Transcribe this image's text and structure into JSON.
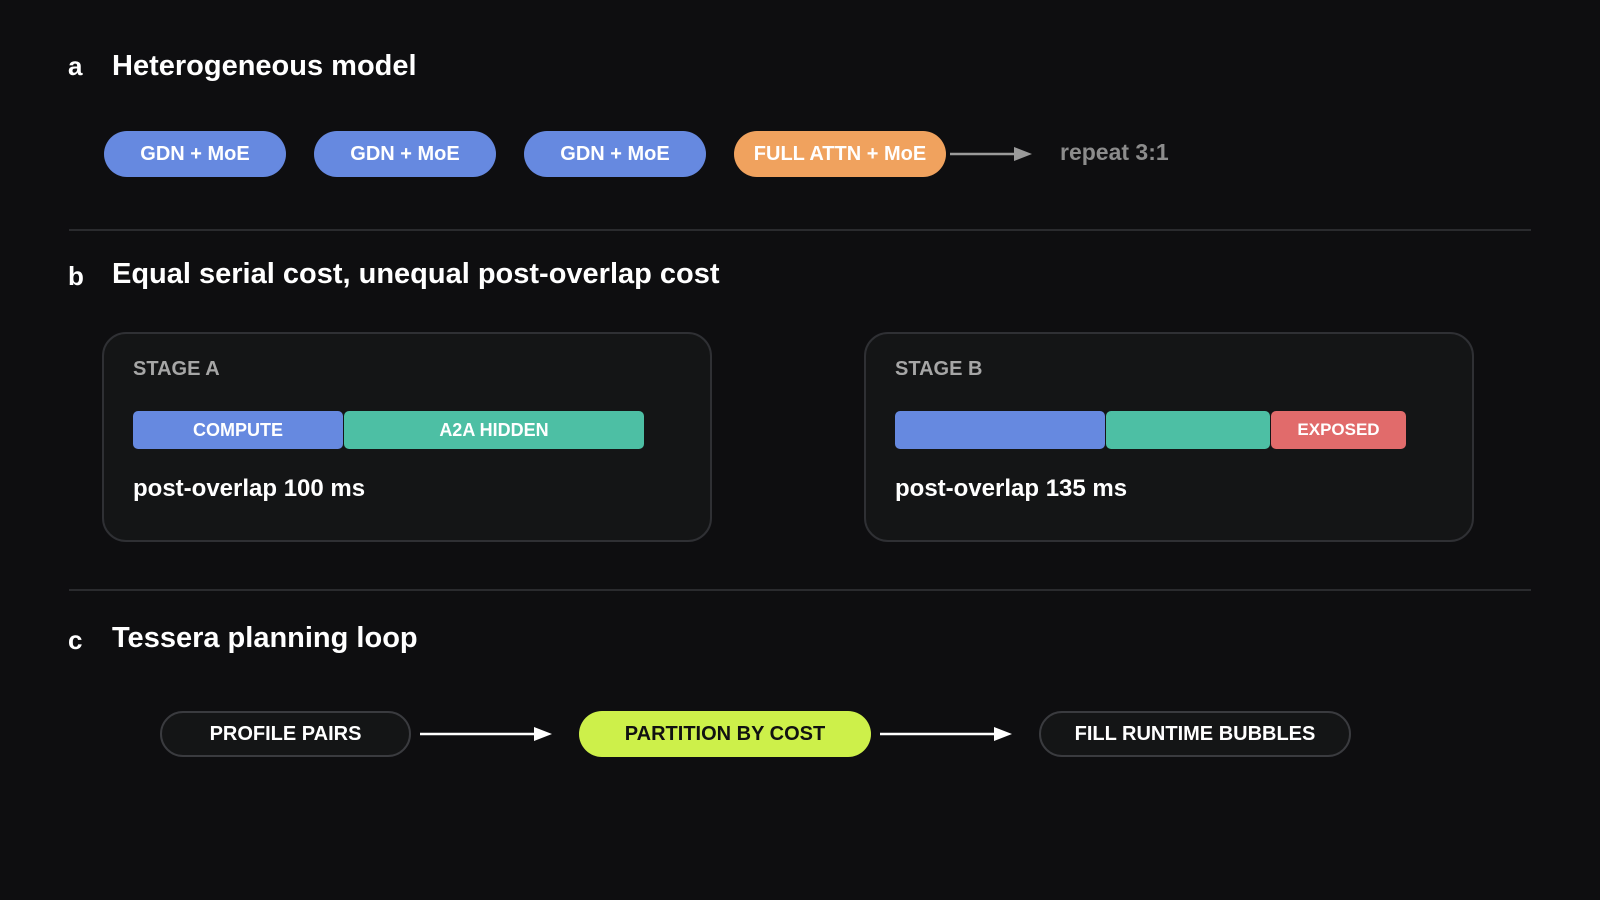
{
  "sections": {
    "a": {
      "letter": "a",
      "title": "Heterogeneous model",
      "blocks": [
        "GDN + MoE",
        "GDN + MoE",
        "GDN + MoE",
        "FULL ATTN + MoE"
      ],
      "repeat_label": "repeat 3:1"
    },
    "b": {
      "letter": "b",
      "title": "Equal serial cost, unequal post-overlap cost",
      "stage_a": {
        "label": "STAGE A",
        "compute_label": "COMPUTE",
        "hidden_label": "A2A HIDDEN",
        "post_overlap": "post-overlap 100 ms"
      },
      "stage_b": {
        "label": "STAGE B",
        "exposed_label": "EXPOSED",
        "post_overlap": "post-overlap 135 ms"
      }
    },
    "c": {
      "letter": "c",
      "title": "Tessera planning loop",
      "steps": [
        "PROFILE PAIRS",
        "PARTITION BY COST",
        "FILL RUNTIME BUBBLES"
      ]
    }
  },
  "colors": {
    "background": "#0e0e10",
    "gdn_block": "#6689e0",
    "full_attn_block": "#f0a25e",
    "compute": "#6689e0",
    "a2a_hidden": "#4dbfa4",
    "exposed": "#e16b6b",
    "highlight_step": "#cdf04a"
  }
}
